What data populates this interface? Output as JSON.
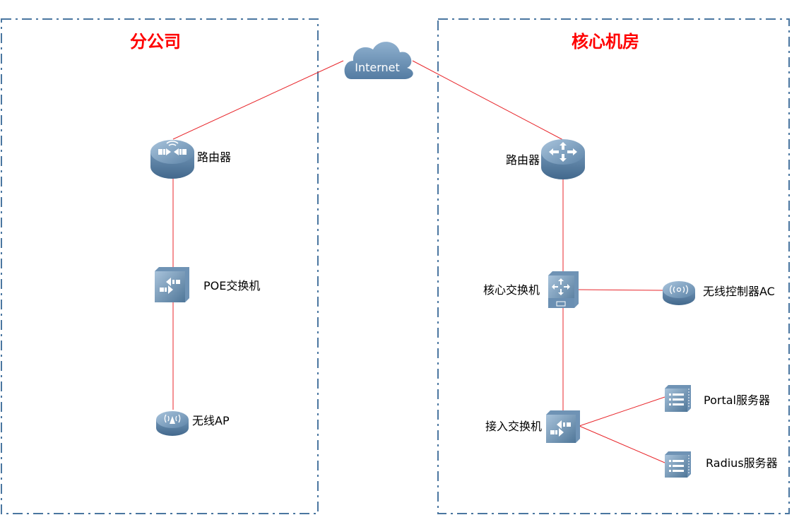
{
  "colors": {
    "link": "#e8262b",
    "zone_border": "#4a76a0",
    "zone_title": "#ff0000",
    "device_light": "#9cb9d3",
    "device_dark": "#4f7698",
    "icon_glyph": "#ffffff"
  },
  "zones": [
    {
      "id": "branch",
      "title": "分公司"
    },
    {
      "id": "core",
      "title": "核心机房"
    }
  ],
  "nodes": {
    "internet": {
      "label": "Internet",
      "icon": "cloud-icon"
    },
    "branch_router": {
      "label": "路由器",
      "icon": "wireless-router-icon"
    },
    "poe_switch": {
      "label": "POE交换机",
      "icon": "switch-icon"
    },
    "wireless_ap": {
      "label": "无线AP",
      "icon": "access-point-icon"
    },
    "core_router": {
      "label": "路由器",
      "icon": "router-icon"
    },
    "core_switch": {
      "label": "核心交换机",
      "icon": "core-switch-icon"
    },
    "wireless_ac": {
      "label": "无线控制器AC",
      "icon": "wireless-controller-icon"
    },
    "access_switch": {
      "label": "接入交换机",
      "icon": "switch-icon"
    },
    "portal_server": {
      "label": "Portal服务器",
      "icon": "server-icon"
    },
    "radius_server": {
      "label": "Radius服务器",
      "icon": "server-icon"
    }
  },
  "links": [
    {
      "from": "internet",
      "to": "branch_router"
    },
    {
      "from": "internet",
      "to": "core_router"
    },
    {
      "from": "branch_router",
      "to": "poe_switch"
    },
    {
      "from": "poe_switch",
      "to": "wireless_ap"
    },
    {
      "from": "core_router",
      "to": "core_switch"
    },
    {
      "from": "core_switch",
      "to": "wireless_ac"
    },
    {
      "from": "core_switch",
      "to": "access_switch"
    },
    {
      "from": "access_switch",
      "to": "portal_server"
    },
    {
      "from": "access_switch",
      "to": "radius_server"
    }
  ]
}
